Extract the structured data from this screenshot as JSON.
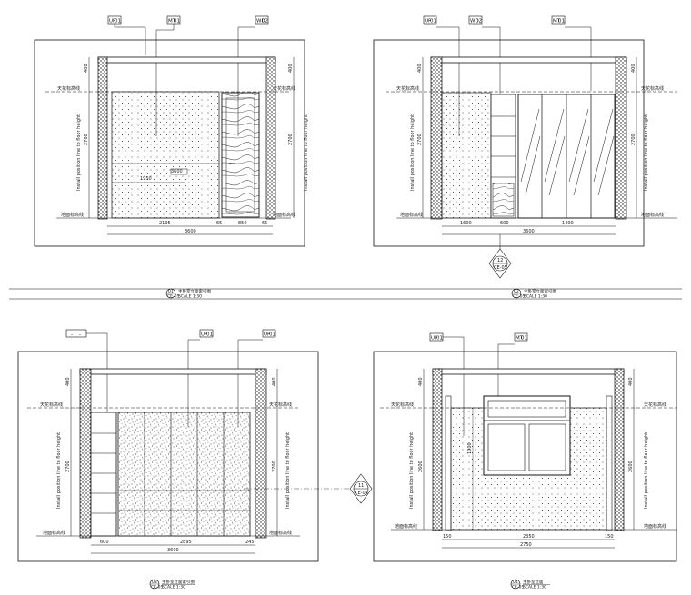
{
  "sheet": {
    "background": "#ffffff",
    "line_color": "#111111"
  },
  "elevations": [
    {
      "key": "e1",
      "tags": [
        [
          "UP",
          "01"
        ],
        [
          "MT",
          "01"
        ],
        [
          "WD",
          "02"
        ]
      ],
      "level_top": "天花标高线",
      "level_floor": "地面标高线",
      "vertical_note": "Install position line to floor height",
      "dims_bottom": [
        "2195",
        "65",
        "850",
        "65",
        "3600"
      ],
      "dims_inner": [
        "1950",
        "3600"
      ],
      "heights": [
        "400",
        "2700"
      ],
      "title_num": "01",
      "title_ref": "CE-05",
      "title_text": "主卧室立面索引图",
      "title_scale": "SCALE 1:30"
    },
    {
      "key": "e2",
      "tags": [
        [
          "UP",
          "01"
        ],
        [
          "WD",
          "02"
        ],
        [
          "MT",
          "01"
        ]
      ],
      "level_top": "天花标高线",
      "level_floor": "地面标高线",
      "vertical_note": "Install position line to floor height",
      "dims_bottom": [
        "1600",
        "600",
        "1400",
        "3600"
      ],
      "heights": [
        "400",
        "2700"
      ],
      "section_mark": [
        "12",
        "CE-05"
      ],
      "title_num": "02",
      "title_ref": "CE-05",
      "title_text": "主卧室立面索引图",
      "title_scale": "SCALE 1:30"
    },
    {
      "key": "e3",
      "tags": [
        [
          "-",
          "-"
        ],
        [
          "UP",
          "01"
        ],
        [
          "UP",
          "01"
        ]
      ],
      "level_top": "天花标高线",
      "level_floor": "地面标高线",
      "vertical_note": "Install position line to floor height",
      "dims_bottom": [
        "600",
        "2895",
        "245"
      ],
      "dims_total": "3600",
      "heights": [
        "400",
        "2700"
      ],
      "section_mark": [
        "11",
        "CE-05"
      ],
      "title_num": "03",
      "title_ref": "CE-05",
      "title_text": "主卧室立面索引图",
      "title_scale": "SCALE 1:30"
    },
    {
      "key": "e4",
      "tags": [
        [
          "UP",
          "01"
        ],
        [
          "MT",
          "01"
        ]
      ],
      "level_top": "天花标高线",
      "level_floor": "地面标高线",
      "vertical_note": "Install position line to floor height",
      "dims_bottom": [
        "150",
        "2350",
        "150"
      ],
      "dims_total": "2750",
      "heights": [
        "400",
        "2600"
      ],
      "inner_dim": "1000",
      "title_num": "04",
      "title_ref": "CE-05",
      "title_text": "主卧室立面",
      "title_scale": "SCALE 1:30"
    }
  ]
}
